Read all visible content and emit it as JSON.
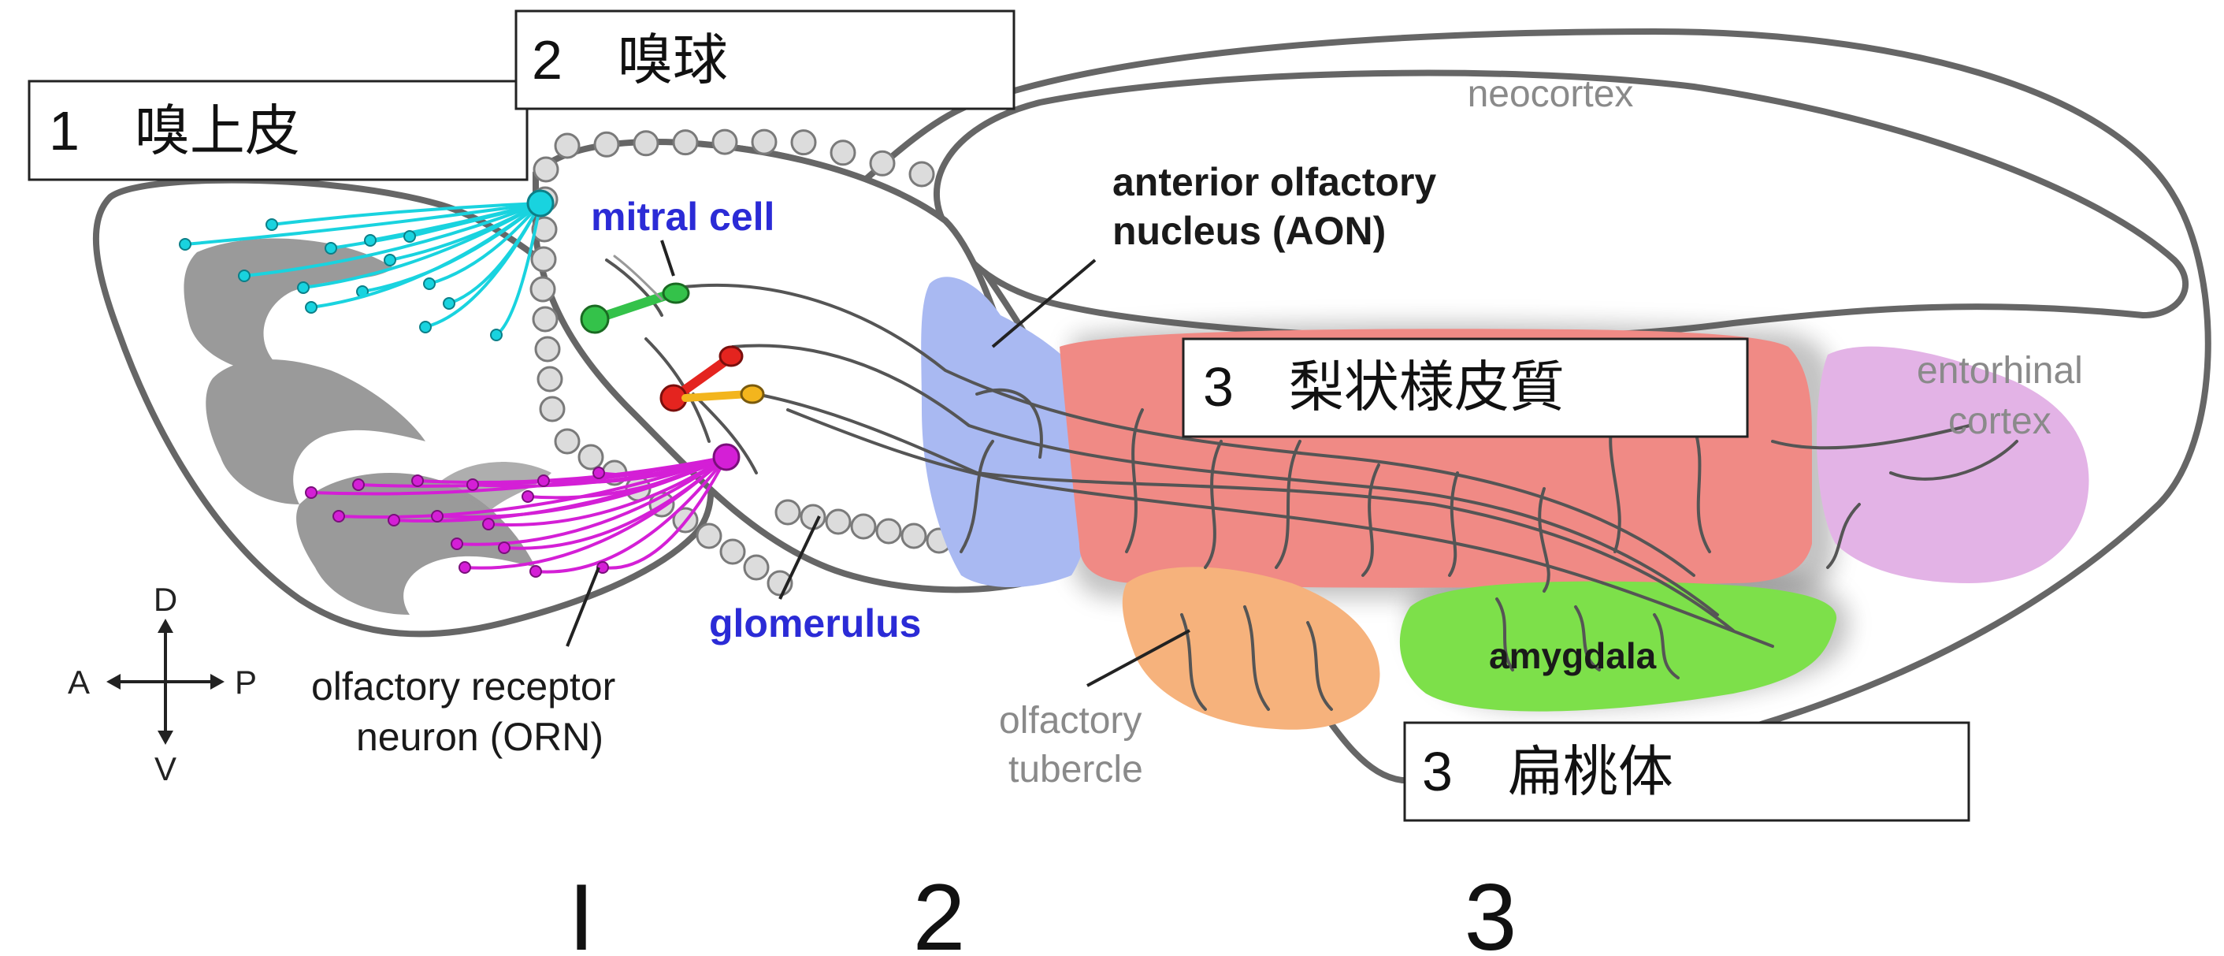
{
  "boxes": {
    "box1": "1　嗅上皮",
    "box2": "2　嗅球",
    "box3a": "3　梨状様皮質",
    "box3b": "3　扁桃体"
  },
  "labels": {
    "neocortex": "neocortex",
    "aon_line1": "anterior olfactory",
    "aon_line2": "nucleus (AON)",
    "mitral": "mitral cell",
    "glomerulus": "glomerulus",
    "entorhinal_line1": "entorhinal",
    "entorhinal_line2": "cortex",
    "amygdala": "amygdala",
    "tubercle_line1": "olfactory",
    "tubercle_line2": "tubercle",
    "orn_line1": "olfactory receptor",
    "orn_line2": "neuron (ORN)"
  },
  "compass": {
    "d": "D",
    "v": "V",
    "a": "A",
    "p": "P"
  },
  "bottom_numbers": [
    "I",
    "2",
    "3"
  ],
  "colors": {
    "cyan_neurons": "#19d3df",
    "magenta_neurons": "#d41fd6",
    "aon_blue": "#a9b9f2",
    "piriform_red": "#f08a85",
    "entorhinal_purple": "#e3b3e6",
    "amygdala_green": "#7de04a",
    "tubercle_orange": "#f6b27c",
    "mitral_green": "#34c24a",
    "mitral_red": "#e4241f",
    "mitral_orange": "#f3b51d",
    "label_blue": "#2b2bd6"
  }
}
